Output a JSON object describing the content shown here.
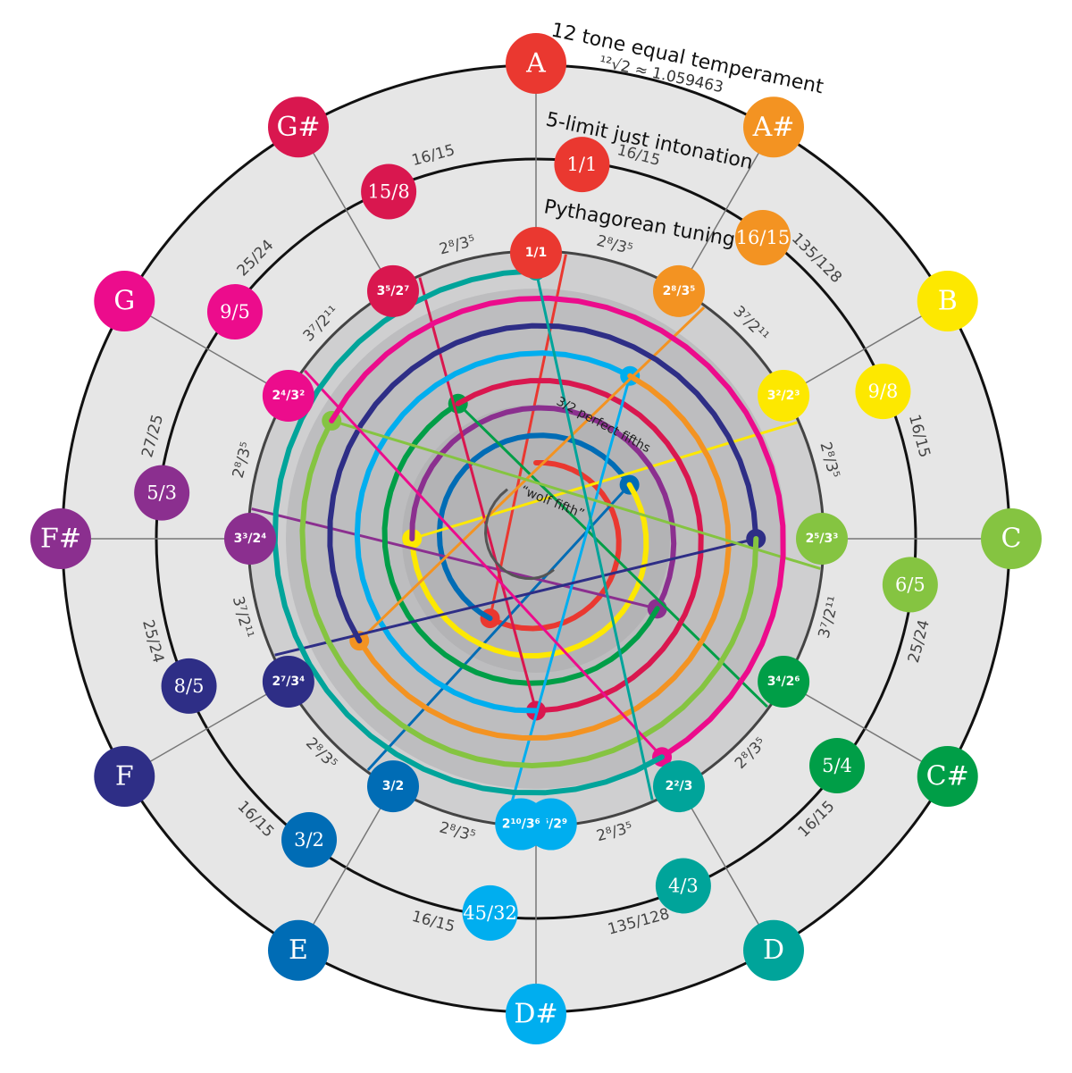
{
  "labels": {
    "et_title": "12 tone equal temperament",
    "et_ratio": "¹²√2 ≈ 1.059463",
    "ji_title": "5-limit just intonation",
    "py_title": "Pythagorean tuning",
    "fifths": "3/2 perfect fifths",
    "wolf": "“wolf fifth”"
  },
  "colors": [
    "#ea3830",
    "#f39322",
    "#fde800",
    "#85c441",
    "#009e47",
    "#00a49a",
    "#006cb5",
    "#00aeef",
    "#00a3e4",
    "#2e2e86",
    "#8b2f8f",
    "#e5007e",
    "#ec0c8c",
    "#d9174f"
  ],
  "notes": [
    {
      "name": "A",
      "ji": "1/1",
      "py": "1/1",
      "color": "#ea3830"
    },
    {
      "name": "A#",
      "ji": "16/15",
      "py": "2⁸/3⁵",
      "color": "#f39322"
    },
    {
      "name": "B",
      "ji": "9/8",
      "py": "3²/2³",
      "color": "#fde800"
    },
    {
      "name": "C",
      "ji": "6/5",
      "py": "2⁵/3³",
      "color": "#85c441"
    },
    {
      "name": "C#",
      "ji": "5/4",
      "py": "3⁴/2⁶",
      "color": "#009e47"
    },
    {
      "name": "D",
      "ji": "4/3",
      "py": "2²/3",
      "color": "#00a49a"
    },
    {
      "name": "D#",
      "ji": "45/32",
      "py": "3⁶/2⁹",
      "py2": "2¹⁰/3⁶",
      "color": "#00aeef"
    },
    {
      "name": "E",
      "ji": "3/2",
      "py": "3/2",
      "color": "#006cb5"
    },
    {
      "name": "F",
      "ji": "8/5",
      "py": "2⁷/3⁴",
      "color": "#2e2e86"
    },
    {
      "name": "F#",
      "ji": "5/3",
      "py": "3³/2⁴",
      "color": "#8b2f8f"
    },
    {
      "name": "G",
      "ji": "9/5",
      "py": "2⁴/3²",
      "color": "#ec0c8c"
    },
    {
      "name": "G#",
      "ji": "15/8",
      "py": "3⁵/2⁷",
      "color": "#d9174f"
    }
  ],
  "ji_intervals": [
    "16/15",
    "135/128",
    "16/15",
    "25/24",
    "16/15",
    "135/128",
    "16/15",
    "16/15",
    "25/24",
    "27/25",
    "25/24",
    "16/15"
  ],
  "py_intervals": [
    "2⁸/3⁵",
    "3⁷/2¹¹",
    "2⁸/3⁵",
    "3⁷/2¹¹",
    "2⁸/3⁵",
    "2⁸/3⁵",
    "2⁸/3⁵",
    "2⁸/3⁵",
    "3⁷/2¹¹",
    "2⁸/3⁵",
    "3⁷/2¹¹",
    "2⁸/3⁵"
  ]
}
